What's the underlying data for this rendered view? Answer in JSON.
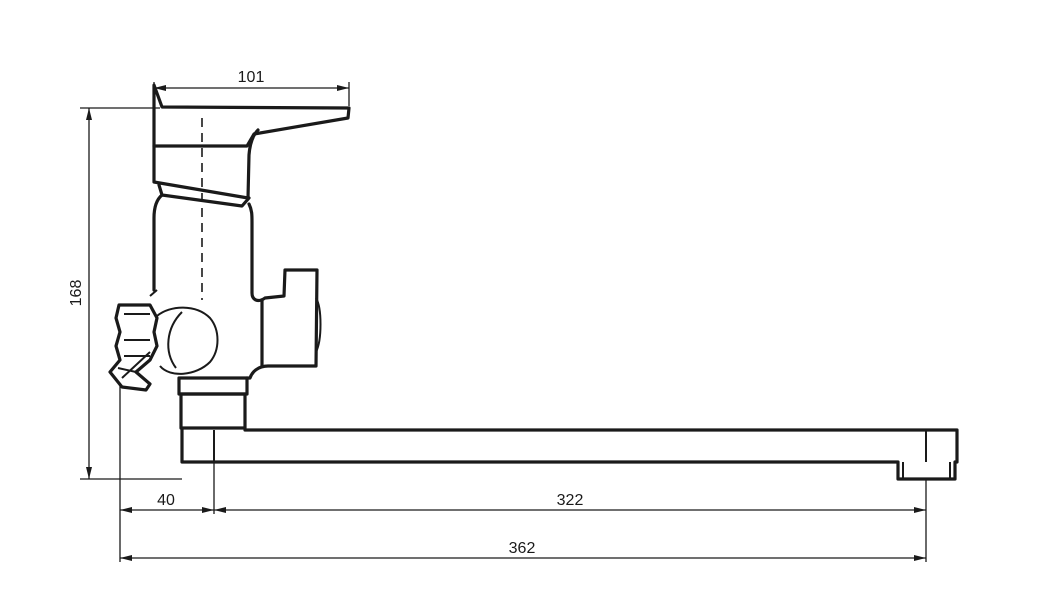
{
  "dimensions": {
    "handle_width": "101",
    "height": "168",
    "inlet_offset": "40",
    "spout_reach": "322",
    "total_length": "362"
  }
}
